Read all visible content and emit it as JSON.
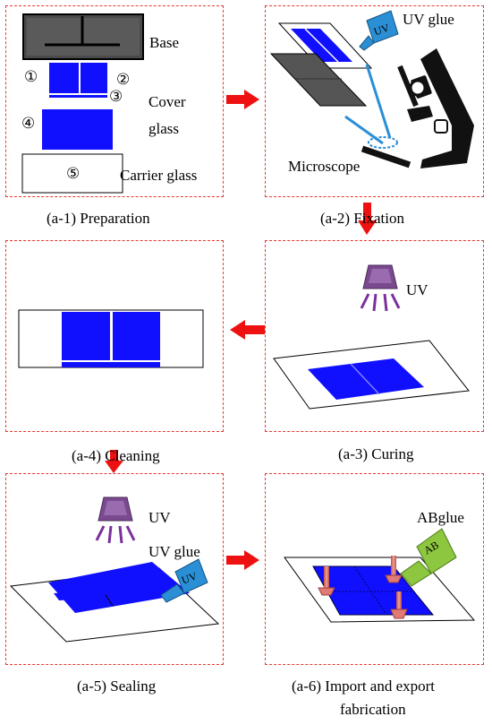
{
  "colors": {
    "panel_border": "#e53935",
    "glass_blue": "#1010ff",
    "arrow_red": "#ee1111",
    "uv_lamp": "#7a4a8f",
    "uv_rays": "#7b2f9e",
    "glue_bottle_uv": "#2b8fd6",
    "glue_bottle_ab": "#8dc63f",
    "tube_pink": "#e07a74",
    "microscope": "#222222",
    "base_dark": "#444444"
  },
  "panels": {
    "p1": {
      "caption": "(a-1) Preparation",
      "labels": {
        "base": "Base",
        "cover_1": "Cover",
        "cover_2": "glass",
        "carrier": "Carrier glass",
        "n1": "①",
        "n2": "②",
        "n3": "③",
        "n4": "④",
        "n5": "⑤"
      }
    },
    "p2": {
      "caption": "(a-2) Fixation",
      "labels": {
        "uv_glue": "UV glue",
        "bottle_text": "UV",
        "microscope": "Microscope"
      }
    },
    "p3": {
      "caption": "(a-3) Curing",
      "labels": {
        "uv": "UV"
      }
    },
    "p4": {
      "caption": "(a-4) Cleaning"
    },
    "p5": {
      "caption": "(a-5) Sealing",
      "labels": {
        "uv": "UV",
        "uv_glue": "UV glue",
        "bottle_text": "UV"
      }
    },
    "p6": {
      "caption_line1": "(a-6) Import and export",
      "caption_line2": "fabrication",
      "labels": {
        "abglue": "ABglue",
        "bottle_text": "AB"
      }
    }
  }
}
